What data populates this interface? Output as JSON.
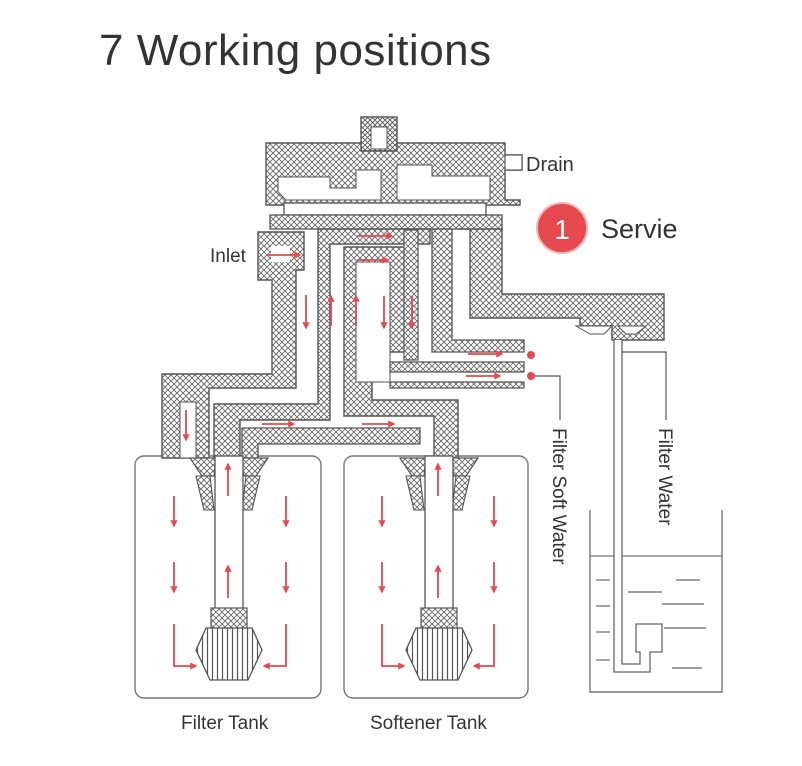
{
  "title": "7 Working positions",
  "step": {
    "number": "1",
    "label": "Servie",
    "color": "#e5484d"
  },
  "labels": {
    "drain": "Drain",
    "inlet": "Inlet",
    "filter_soft_water": "Filter Soft Water",
    "filter_water": "Filter Water",
    "filter_tank": "Filter Tank",
    "softener_tank": "Softener Tank"
  },
  "colors": {
    "arrow": "#e5484d",
    "outline": "#555555",
    "hatch": "#666666"
  }
}
